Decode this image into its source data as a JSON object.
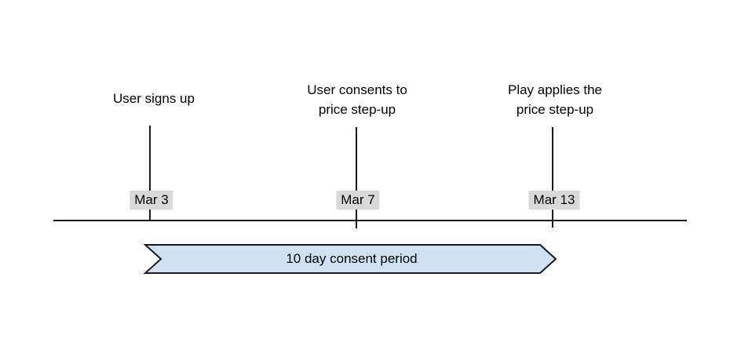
{
  "diagram": {
    "type": "timeline",
    "events": [
      {
        "label": "User signs up",
        "date": "Mar 3"
      },
      {
        "label": "User consents to\nprice step-up",
        "date": "Mar 7"
      },
      {
        "label": "Play applies the\nprice step-up",
        "date": "Mar 13"
      }
    ],
    "banner": {
      "label": "10 day consent period",
      "fill_color": "#cfe2f3",
      "border_color": "#1a1a1a"
    },
    "colors": {
      "background": "#ffffff",
      "line": "#1a1a1a",
      "date_label_background": "#d9d9d9",
      "text": "#000000"
    }
  }
}
